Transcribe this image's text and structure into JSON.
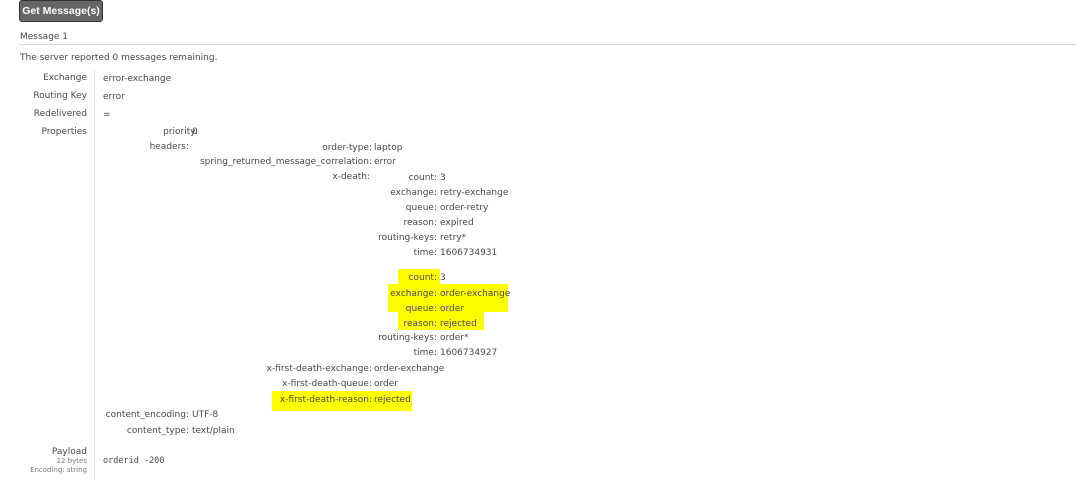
{
  "get_button": "Get Message(s)",
  "message_title": "Message 1",
  "summary": "The server reported 0 messages remaining.",
  "labels": {
    "exchange": "Exchange",
    "routing_key": "Routing Key",
    "redelivered": "Redelivered",
    "properties": "Properties",
    "payload": "Payload",
    "payload_size": "12 bytes",
    "payload_encoding": "Encoding: string"
  },
  "values": {
    "exchange": "error-exchange",
    "routing_key": "error",
    "redelivered": "=",
    "payload": "orderid -200"
  },
  "props": {
    "priority_k": "priority:",
    "priority_v": "0",
    "headers_k": "headers:",
    "order_type_k": "order-type:",
    "order_type_v": "laptop",
    "corr_k": "spring_returned_message_correlation:",
    "corr_v": "error",
    "xdeath_k": "x-death:",
    "d1": {
      "count_k": "count:",
      "count_v": "3",
      "exchange_k": "exchange:",
      "exchange_v": "retry-exchange",
      "queue_k": "queue:",
      "queue_v": "order-retry",
      "reason_k": "reason:",
      "reason_v": "expired",
      "rk_k": "routing-keys:",
      "rk_v": "retry*",
      "time_k": "time:",
      "time_v": "1606734931"
    },
    "d2": {
      "count_k": "count:",
      "count_v": "3",
      "exchange_k": "exchange:",
      "exchange_v": "order-exchange",
      "queue_k": "queue:",
      "queue_v": "order",
      "reason_k": "reason:",
      "reason_v": "rejected",
      "rk_k": "routing-keys:",
      "rk_v": "order*",
      "time_k": "time:",
      "time_v": "1606734927"
    },
    "fde_k": "x-first-death-exchange:",
    "fde_v": "order-exchange",
    "fdq_k": "x-first-death-queue:",
    "fdq_v": "order",
    "fdr_k": "x-first-death-reason:",
    "fdr_v": "rejected",
    "ce_k": "content_encoding:",
    "ce_v": "UTF-8",
    "ct_k": "content_type:",
    "ct_v": "text/plain"
  },
  "highlight_color": "#ffff00"
}
